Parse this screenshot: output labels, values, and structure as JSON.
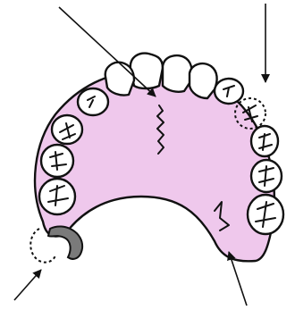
{
  "figure": {
    "subject": "upper-denture-diagram",
    "colors": {
      "palate": "#efc8ec",
      "outline": "#111111",
      "tooth": "#ffffff",
      "clasp": "#7a7a7a"
    },
    "annotations": [
      {
        "id": "crack-arrow",
        "label": ""
      },
      {
        "id": "missing-tooth-arrow",
        "label": ""
      },
      {
        "id": "clasp-arrow",
        "label": ""
      },
      {
        "id": "flange-fracture-arrow",
        "label": ""
      }
    ]
  }
}
